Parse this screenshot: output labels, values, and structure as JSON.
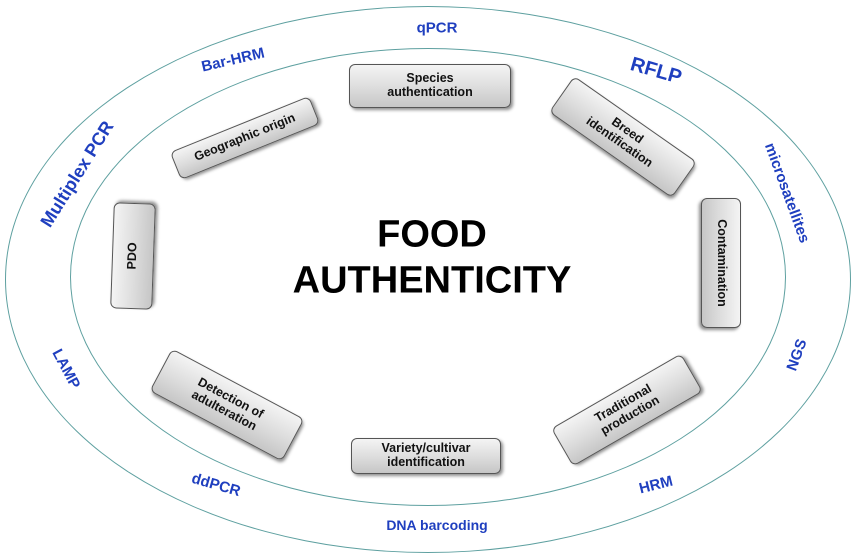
{
  "title": "FOOD\nAUTHENTICITY",
  "methods": [
    "qPCR",
    "Bar-HRM",
    "RFLP",
    "Multiplex PCR",
    "microsatellites",
    "LAMP",
    "NGS",
    "ddPCR",
    "HRM",
    "DNA barcoding"
  ],
  "applications": [
    "Species\nauthentication",
    "Geographic origin",
    "Breed\nidentification",
    "PDO",
    "Contamination",
    "Detection of\nadulteration",
    "Traditional\nproduction",
    "Variety/cultivar\nidentification"
  ],
  "colors": {
    "method_text": "#1f3fbf",
    "ring": "#5ea0a0",
    "box_border": "#555555"
  }
}
